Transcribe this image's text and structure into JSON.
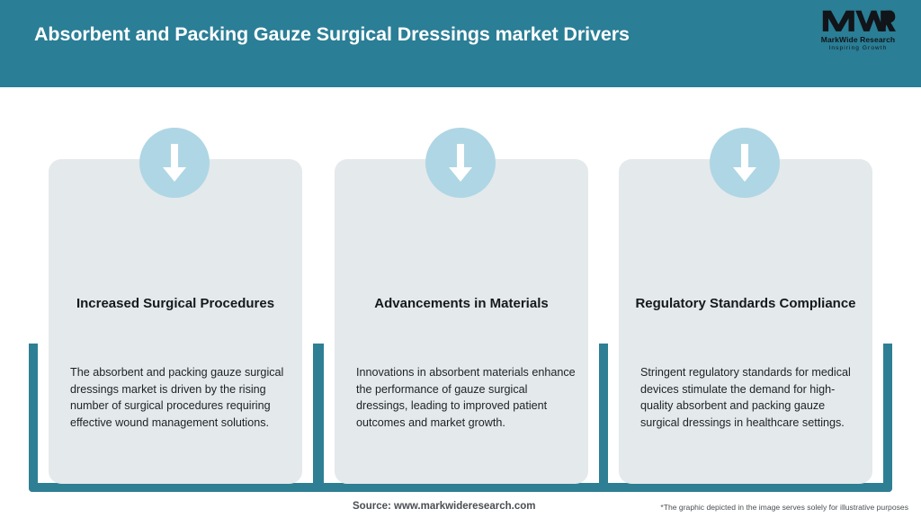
{
  "header": {
    "title": "Absorbent and Packing Gauze Surgical Dressings market Drivers",
    "background_color": "#2a7e96",
    "title_color": "#ffffff"
  },
  "logo": {
    "mark": "MWR",
    "name": "MarkWide Research",
    "tagline": "Inspiring Growth"
  },
  "theme": {
    "accent_teal": "#2e7f94",
    "card_background": "#e4e9eb",
    "icon_circle": "#afd6e4",
    "arrow_color": "#ffffff"
  },
  "cards": [
    {
      "icon": "arrow-down-icon",
      "heading": "Increased Surgical Procedures",
      "text": "The absorbent and packing gauze surgical dressings market is driven by the rising number of surgical procedures requiring effective wound management solutions."
    },
    {
      "icon": "arrow-down-icon",
      "heading": "Advancements in Materials",
      "text": "Innovations in absorbent materials enhance the performance of gauze surgical dressings, leading to improved patient outcomes and market growth."
    },
    {
      "icon": "arrow-down-icon",
      "heading": "Regulatory Standards Compliance",
      "text": "Stringent regulatory standards for medical devices stimulate the demand for high-quality absorbent and packing gauze surgical dressings in healthcare settings."
    }
  ],
  "footer": {
    "source": "Source: www.markwideresearch.com",
    "disclaimer": "*The graphic depicted in the image serves solely for illustrative purposes"
  }
}
